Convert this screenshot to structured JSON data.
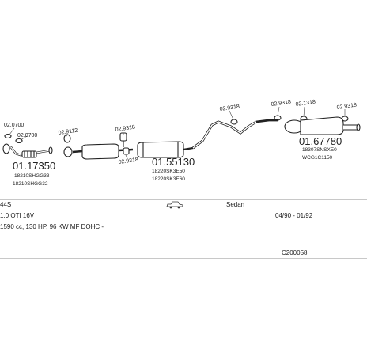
{
  "parts": {
    "part_1": {
      "number": "01.17350",
      "codes": [
        "18210SHGG33",
        "18210SHGG32"
      ]
    },
    "part_2": {
      "number": "01.55130",
      "codes": [
        "18220SK3E50",
        "18220SK3E60"
      ]
    },
    "part_3": {
      "number": "01.67780",
      "codes": [
        "18307SNSXE0",
        "WCG1C1150"
      ]
    }
  },
  "refs": {
    "r1": "02.0700",
    "r2": "02.0700",
    "r3": "02.9112",
    "r4": "02.9318",
    "r5": "02.9318",
    "r6": "02.9318",
    "r7": "02.9318",
    "r8": "02.1318",
    "r9": "02.9318"
  },
  "vehicle": {
    "model": "44S",
    "body": "Sedan",
    "engine": "1.0 OTI 16V",
    "period": "04/90 - 01/92",
    "spec": "1590 cc, 130 HP, 96 KW MF DOHC -",
    "code": "C200058"
  },
  "icons": {
    "car": "car-sedan-icon"
  }
}
